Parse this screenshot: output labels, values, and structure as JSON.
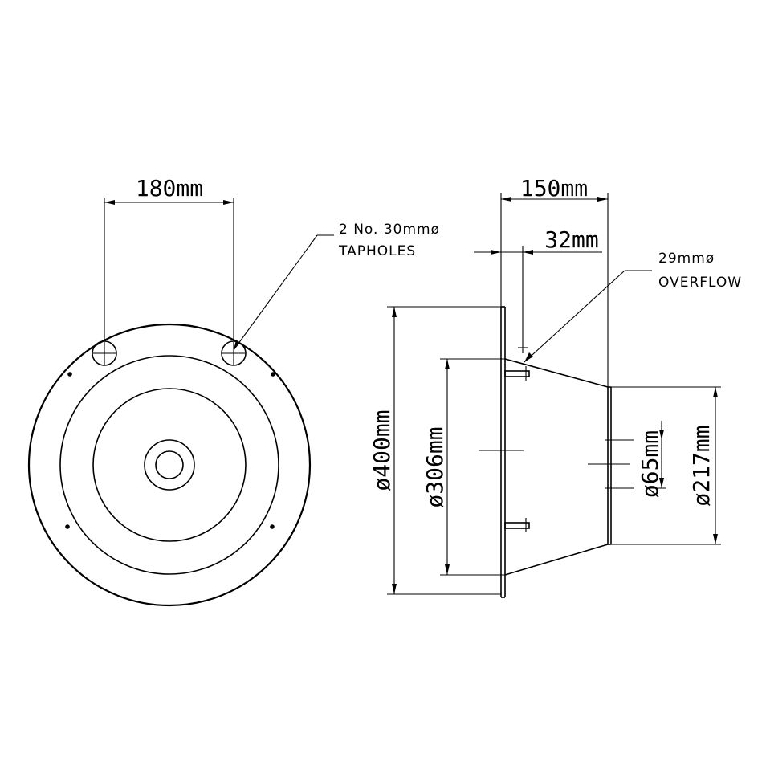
{
  "plan_view": {
    "tap_spacing": "180mm",
    "taphole_note_line1": "2 No. 30mmø",
    "taphole_note_line2": "TAPHOLES"
  },
  "side_view": {
    "depth": "150mm",
    "overflow_offset": "32mm",
    "overflow_note_line1": "29mmø",
    "overflow_note_line2": "OVERFLOW",
    "outer_diameter": "ø400mm",
    "bowl_diameter": "ø306mm",
    "waste_diameter": "ø65mm",
    "base_diameter": "ø217mm"
  }
}
